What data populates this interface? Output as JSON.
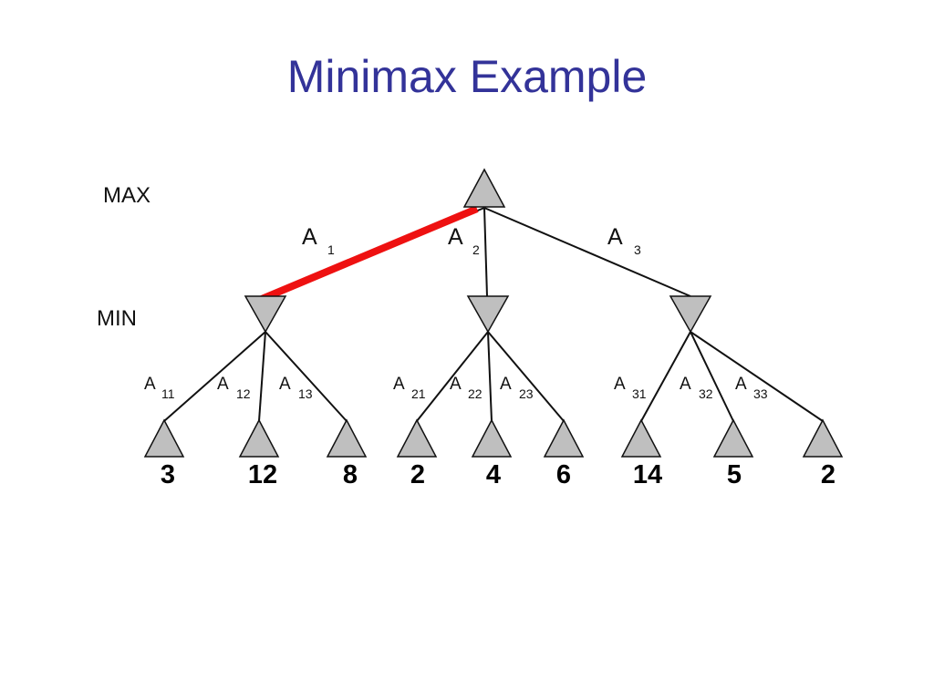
{
  "title": "Minimax Example",
  "levels": {
    "max_label": "MAX",
    "min_label": "MIN"
  },
  "colors": {
    "title": "#333399",
    "node_fill": "#bfbfbf",
    "edge": "#111111",
    "highlight": "#ee1111"
  },
  "root_edges": [
    {
      "letter": "A",
      "sub": "1",
      "highlighted": true
    },
    {
      "letter": "A",
      "sub": "2",
      "highlighted": false
    },
    {
      "letter": "A",
      "sub": "3",
      "highlighted": false
    }
  ],
  "leaf_edges": [
    {
      "letter": "A",
      "sub": "11"
    },
    {
      "letter": "A",
      "sub": "12"
    },
    {
      "letter": "A",
      "sub": "13"
    },
    {
      "letter": "A",
      "sub": "21"
    },
    {
      "letter": "A",
      "sub": "22"
    },
    {
      "letter": "A",
      "sub": "23"
    },
    {
      "letter": "A",
      "sub": "31"
    },
    {
      "letter": "A",
      "sub": "32"
    },
    {
      "letter": "A",
      "sub": "33"
    }
  ],
  "leaf_values": [
    "3",
    "12",
    "8",
    "2",
    "4",
    "6",
    "14",
    "5",
    "2"
  ]
}
